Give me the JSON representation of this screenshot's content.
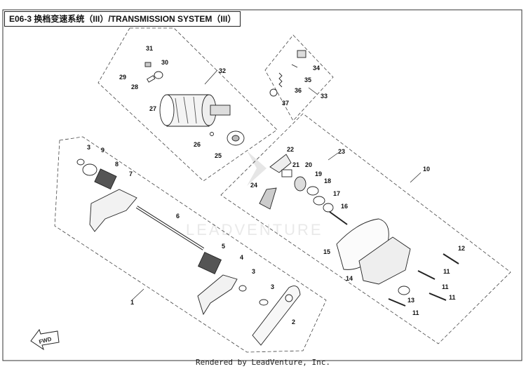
{
  "title": "E06-3 换档变速系统（III）/TRANSMISSION SYSTEM（III）",
  "watermark": "LEADVENTURE",
  "fwd_label": "FWD",
  "footer": "Rendered by LeadVenture, Inc.",
  "callouts": [
    "1",
    "2",
    "3",
    "3",
    "3",
    "4",
    "5",
    "6",
    "7",
    "8",
    "9",
    "10",
    "11",
    "11",
    "11",
    "11",
    "12",
    "13",
    "14",
    "15",
    "16",
    "17",
    "18",
    "19",
    "20",
    "21",
    "22",
    "23",
    "24",
    "25",
    "26",
    "27",
    "28",
    "29",
    "30",
    "31",
    "32",
    "33",
    "34",
    "35",
    "36",
    "37"
  ]
}
